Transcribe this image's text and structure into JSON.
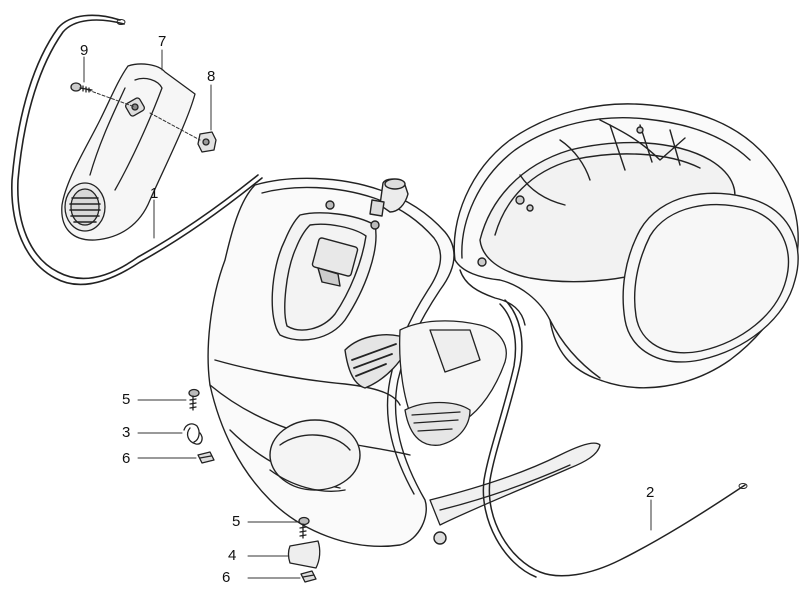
{
  "diagram": {
    "callouts": [
      {
        "id": "c9",
        "text": "9"
      },
      {
        "id": "c7",
        "text": "7"
      },
      {
        "id": "c8",
        "text": "8"
      },
      {
        "id": "c1",
        "text": "1"
      },
      {
        "id": "c5a",
        "text": "5"
      },
      {
        "id": "c3",
        "text": "3"
      },
      {
        "id": "c6a",
        "text": "6"
      },
      {
        "id": "c5b",
        "text": "5"
      },
      {
        "id": "c4",
        "text": "4"
      },
      {
        "id": "c6b",
        "text": "6"
      },
      {
        "id": "c2",
        "text": "2"
      }
    ]
  }
}
